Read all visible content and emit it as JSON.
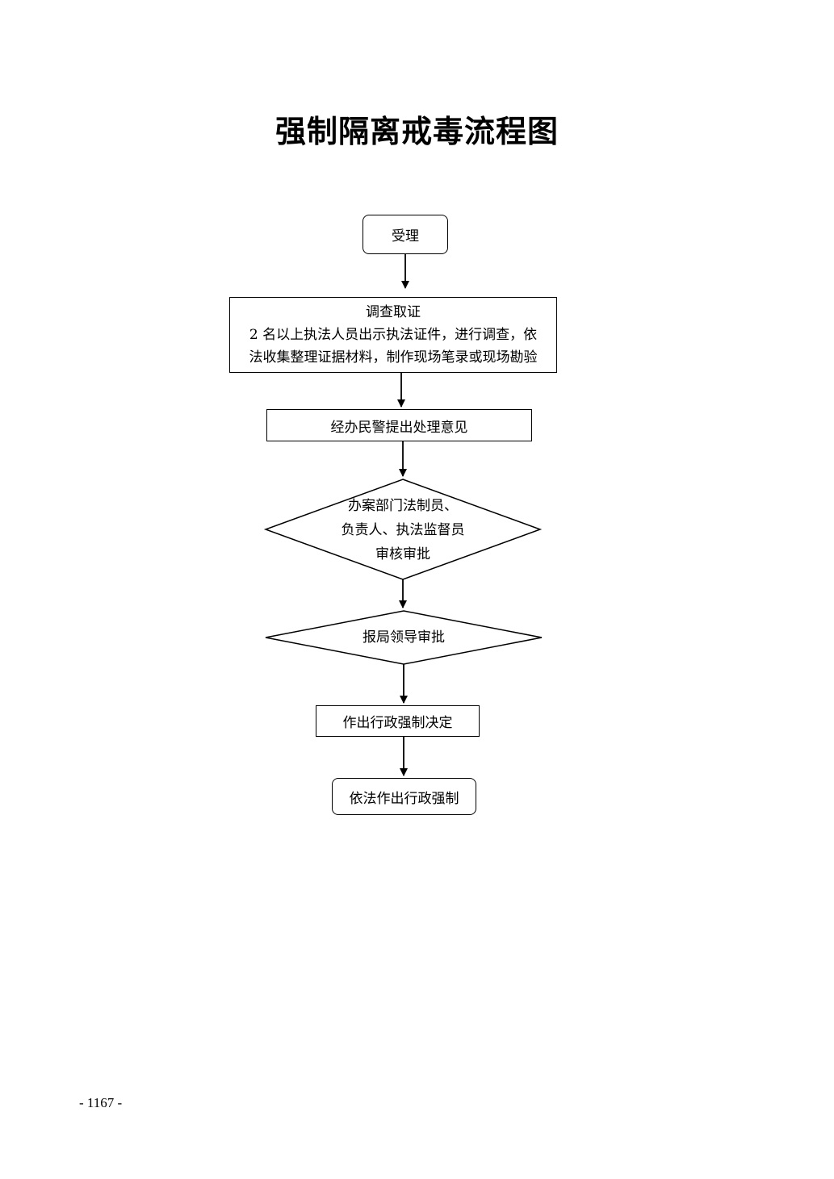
{
  "title": "强制隔离戒毒流程图",
  "steps": [
    {
      "id": "accept",
      "shape": "rounded-rect",
      "lines": [
        "受理"
      ]
    },
    {
      "id": "investigate",
      "shape": "rect",
      "lines": [
        "调查取证",
        "2 名以上执法人员出示执法证件，进行调查，依",
        "法收集整理证据材料，制作现场笔录或现场勘验"
      ]
    },
    {
      "id": "opinion",
      "shape": "rect",
      "lines": [
        "经办民警提出处理意见"
      ]
    },
    {
      "id": "review",
      "shape": "diamond",
      "lines": [
        "办案部门法制员、",
        "负责人、执法监督员",
        "审核审批"
      ]
    },
    {
      "id": "bureau-approval",
      "shape": "diamond",
      "lines": [
        "报局领导审批"
      ]
    },
    {
      "id": "decision",
      "shape": "rect",
      "lines": [
        "作出行政强制决定"
      ]
    },
    {
      "id": "execute",
      "shape": "rounded-rect",
      "lines": [
        "依法作出行政强制"
      ]
    }
  ],
  "page_number": "- 1167 -"
}
